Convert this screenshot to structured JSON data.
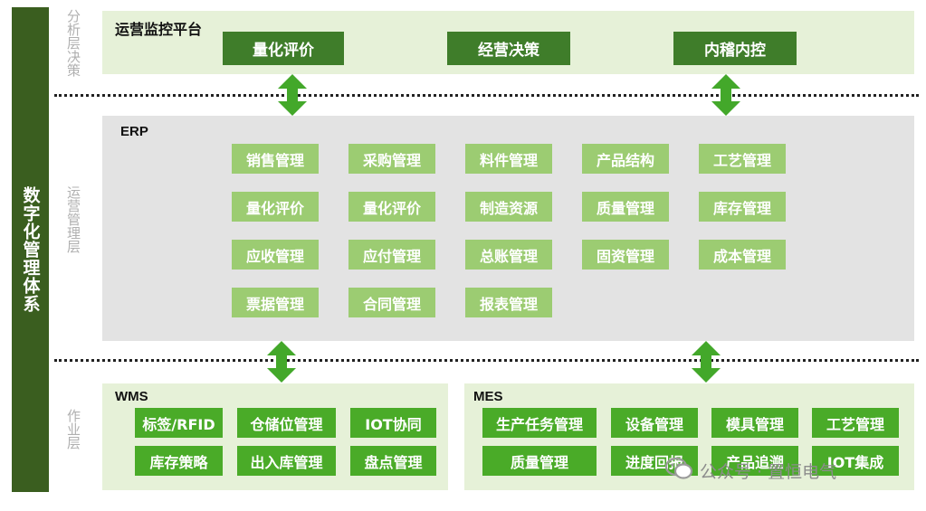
{
  "system_title": "数字化管理体系",
  "layers": {
    "decision": "分析层决策",
    "operation": "运营管理层",
    "execution": "作业层"
  },
  "platform": {
    "title": "运营监控平台",
    "items": [
      "量化评价",
      "经营决策",
      "内稽内控"
    ]
  },
  "erp": {
    "title": "ERP",
    "modules": [
      "销售管理",
      "采购管理",
      "料件管理",
      "产品结构",
      "工艺管理",
      "量化评价",
      "量化评价",
      "制造资源",
      "质量管理",
      "库存管理",
      "应收管理",
      "应付管理",
      "总账管理",
      "固资管理",
      "成本管理",
      "票据管理",
      "合同管理",
      "报表管理"
    ]
  },
  "wms": {
    "title": "WMS",
    "modules": [
      "标签/RFID",
      "仓储位管理",
      "IOT协同",
      "库存策略",
      "出入库管理",
      "盘点管理"
    ]
  },
  "mes": {
    "title": "MES",
    "modules": [
      "生产任务管理",
      "设备管理",
      "模具管理",
      "工艺管理",
      "质量管理",
      "进度回报",
      "产品追溯",
      "IOT集成"
    ]
  },
  "watermark": "公众号 · 置恒电气",
  "colors": {
    "dark_green": "#3a5e1f",
    "button_green": "#3f7d2a",
    "arrow_green": "#43a82a",
    "module_green": "#9ccc72",
    "panel_green": "#e6f1d8",
    "panel_grey": "#e3e3e3"
  }
}
